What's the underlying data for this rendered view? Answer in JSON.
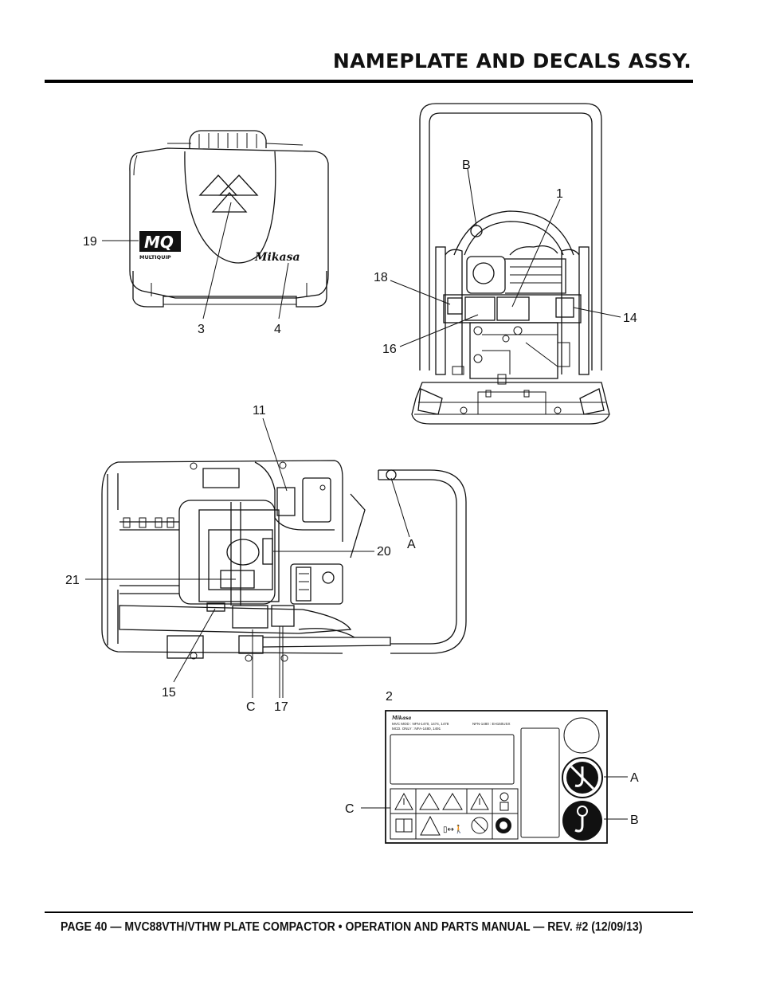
{
  "page": {
    "title": "NAMEPLATE AND DECALS ASSY.",
    "footer": "PAGE 40 — MVC88VTH/VTHW PLATE COMPACTOR • OPERATION AND PARTS MANUAL — REV. #2 (12/09/13)"
  },
  "top_left": {
    "callouts": [
      "19",
      "3",
      "4"
    ],
    "logo_text": "MQ",
    "logo_caption": "MULTIQUIP",
    "brand_script": "Mikasa"
  },
  "top_right": {
    "callouts": [
      "B",
      "1",
      "18",
      "14",
      "16"
    ]
  },
  "middle": {
    "callouts": [
      "11",
      "A",
      "20",
      "21",
      "15",
      "C",
      "17"
    ]
  },
  "nameplate": {
    "callout": "2",
    "side_callouts": [
      "A",
      "B",
      "C"
    ],
    "brand": "Mikasa",
    "lines": [
      "MVC MOD : NFN-1470, 1474, 1478",
      "MCD. ONLY : NFA-1480, 1491",
      "NFN-1480 : EH150USX"
    ]
  }
}
